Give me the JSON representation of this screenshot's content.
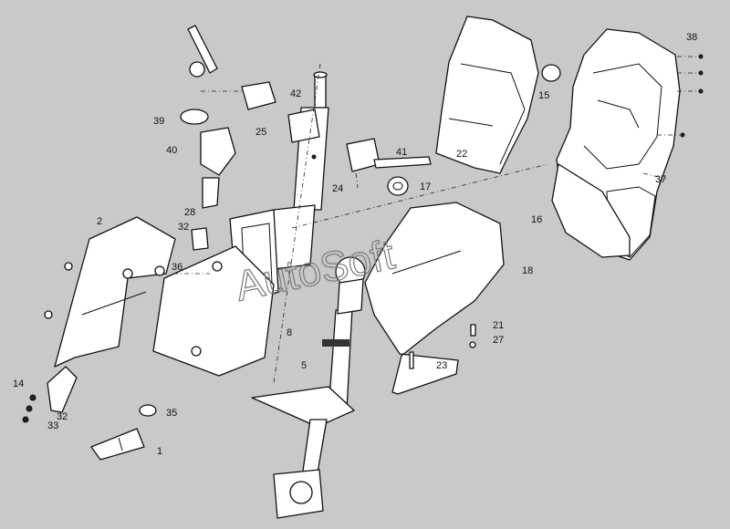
{
  "diagram": {
    "watermark": "AutoSoft",
    "callouts": [
      "38",
      "15",
      "42",
      "39",
      "25",
      "41",
      "22",
      "40",
      "24",
      "17",
      "37",
      "16",
      "28",
      "2",
      "32",
      "36",
      "18",
      "8",
      "21",
      "27",
      "5",
      "23",
      "14",
      "32",
      "33",
      "35",
      "1"
    ],
    "colors": {
      "background": "#c9c9c9",
      "part_fill": "#ffffff",
      "line": "#111111"
    }
  }
}
